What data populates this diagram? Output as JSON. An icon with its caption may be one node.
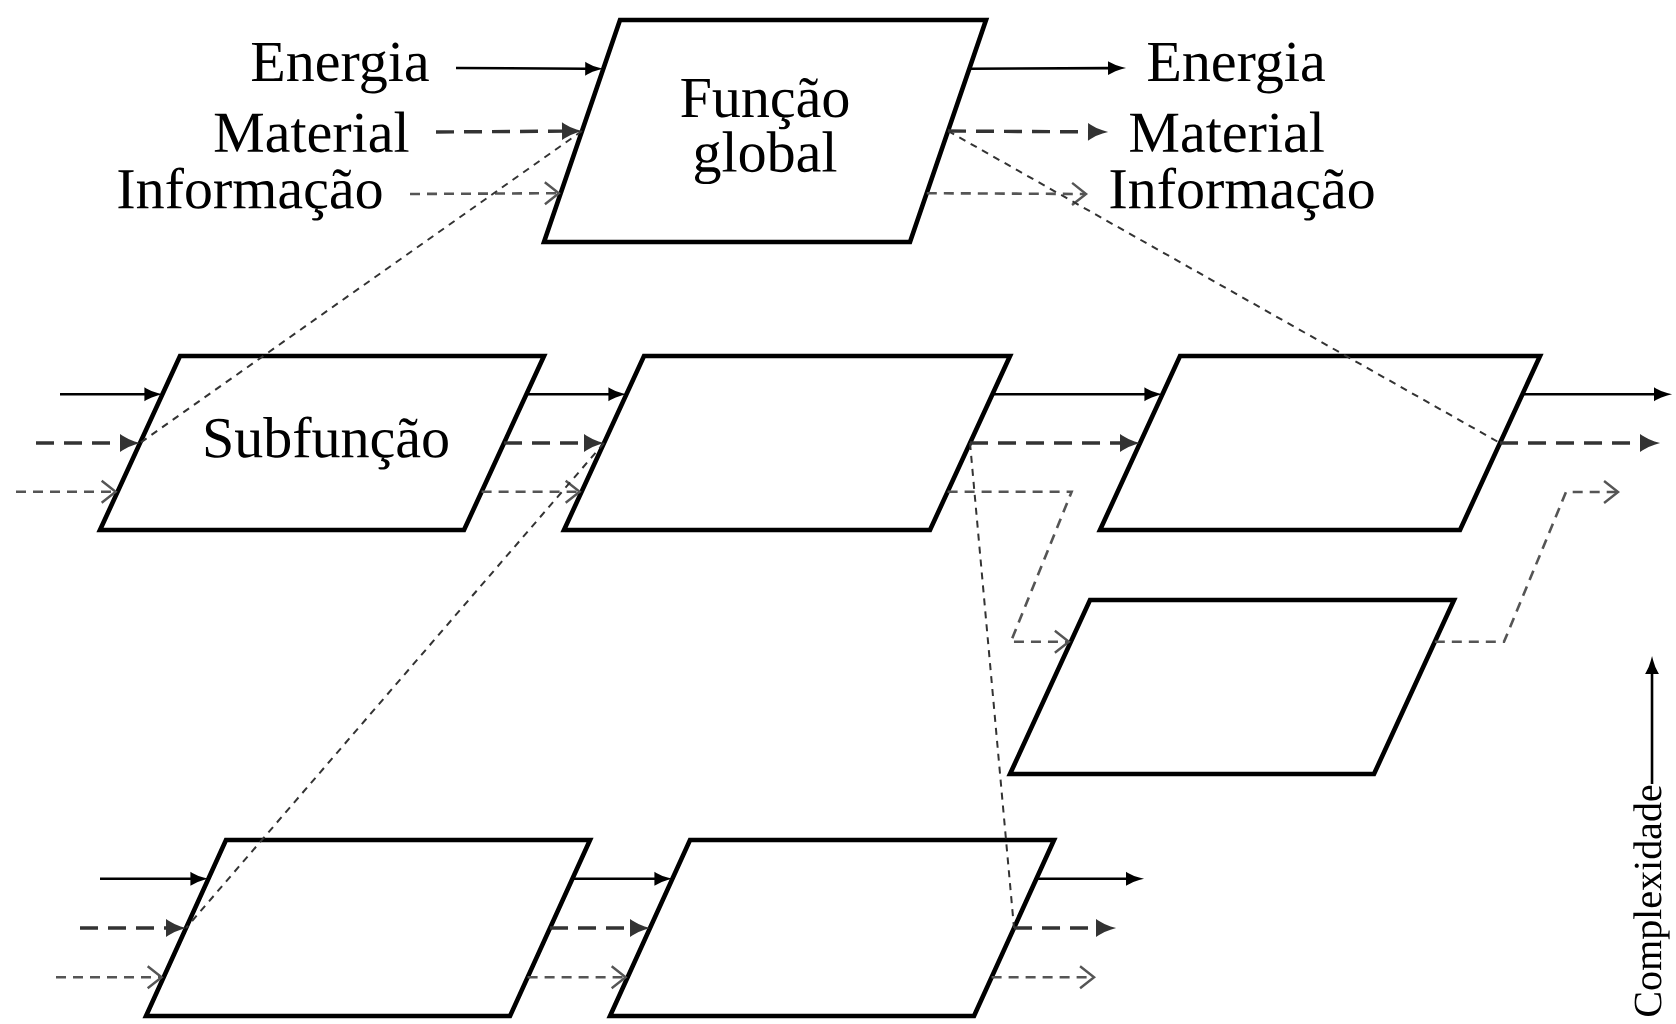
{
  "diagram": {
    "nodes": [
      {
        "text": [
          "Energia"
        ]
      },
      {
        "text": [
          "Material"
        ]
      },
      {
        "text": [
          "Informação"
        ]
      },
      {
        "text": [
          "Função global"
        ]
      },
      {
        "text": [
          "Energia"
        ]
      },
      {
        "text": [
          "Material"
        ]
      },
      {
        "text": [
          "Informação"
        ]
      },
      {
        "text": [
          "Subfunção"
        ]
      },
      {
        "text": [],
        "shape": "box"
      },
      {
        "text": [],
        "shape": "box"
      },
      {
        "text": [],
        "shape": "box"
      },
      {
        "text": [],
        "shape": "box"
      },
      {
        "text": [],
        "shape": "box"
      }
    ],
    "edges": [
      {
        "from": 0,
        "to": 3,
        "arrow": "to"
      },
      {
        "from": 1,
        "to": 3,
        "arrow": "to",
        "style": "dashed",
        "color": "#333333"
      },
      {
        "from": 2,
        "to": 3,
        "arrow": "to",
        "style": "dashed",
        "color": "#555555"
      },
      {
        "from": 3,
        "to": 4,
        "arrow": "to"
      },
      {
        "from": 3,
        "to": 5,
        "arrow": "to",
        "style": "dashed",
        "color": "#333333"
      },
      {
        "from": 3,
        "to": 6,
        "arrow": "to",
        "style": "dashed",
        "color": "#555555"
      },
      {
        "from": 3,
        "to": 7,
        "arrow": "none",
        "style": "dashed",
        "color": "#333333"
      },
      {
        "from": 3,
        "to": 9,
        "arrow": "none",
        "style": "dashed",
        "color": "#333333"
      },
      {
        "from": null,
        "to": 7,
        "arrow": "to"
      },
      {
        "from": null,
        "to": 7,
        "arrow": "to",
        "style": "dashed",
        "color": "#333333"
      },
      {
        "from": null,
        "to": 7,
        "arrow": "to",
        "style": "dashed",
        "color": "#555555"
      },
      {
        "from": 7,
        "to": 8,
        "arrow": "to"
      },
      {
        "from": 7,
        "to": 8,
        "arrow": "to",
        "style": "dashed",
        "color": "#333333"
      },
      {
        "from": 7,
        "to": 8,
        "arrow": "to",
        "style": "dashed",
        "color": "#555555"
      },
      {
        "from": 8,
        "to": 9,
        "arrow": "to"
      },
      {
        "from": 8,
        "to": 9,
        "arrow": "to",
        "style": "dashed",
        "color": "#333333"
      },
      {
        "from": 8,
        "to": 10,
        "arrow": "to",
        "style": "dashed",
        "color": "#555555"
      },
      {
        "from": 9,
        "to": null,
        "arrow": "to"
      },
      {
        "from": 9,
        "to": null,
        "arrow": "to",
        "style": "dashed",
        "color": "#333333"
      },
      {
        "from": 10,
        "to": null,
        "arrow": "to",
        "style": "dashed",
        "color": "#555555"
      },
      {
        "from": 8,
        "to": 11,
        "arrow": "none",
        "style": "dashed",
        "color": "#333333"
      },
      {
        "from": 8,
        "to": 12,
        "arrow": "none",
        "style": "dashed",
        "color": "#333333"
      },
      {
        "from": null,
        "to": 11,
        "arrow": "to"
      },
      {
        "from": null,
        "to": 11,
        "arrow": "to",
        "style": "dashed",
        "color": "#333333"
      },
      {
        "from": null,
        "to": 11,
        "arrow": "to",
        "style": "dashed",
        "color": "#555555"
      },
      {
        "from": 11,
        "to": 12,
        "arrow": "to"
      },
      {
        "from": 11,
        "to": 12,
        "arrow": "to",
        "style": "dashed",
        "color": "#333333"
      },
      {
        "from": 11,
        "to": 12,
        "arrow": "to",
        "style": "dashed",
        "color": "#555555"
      },
      {
        "from": 12,
        "to": null,
        "arrow": "to"
      },
      {
        "from": 12,
        "to": null,
        "arrow": "to",
        "style": "dashed",
        "color": "#333333"
      },
      {
        "from": 12,
        "to": null,
        "arrow": "to",
        "style": "dashed",
        "color": "#555555"
      }
    ],
    "labels": [
      "Complexidade"
    ]
  }
}
